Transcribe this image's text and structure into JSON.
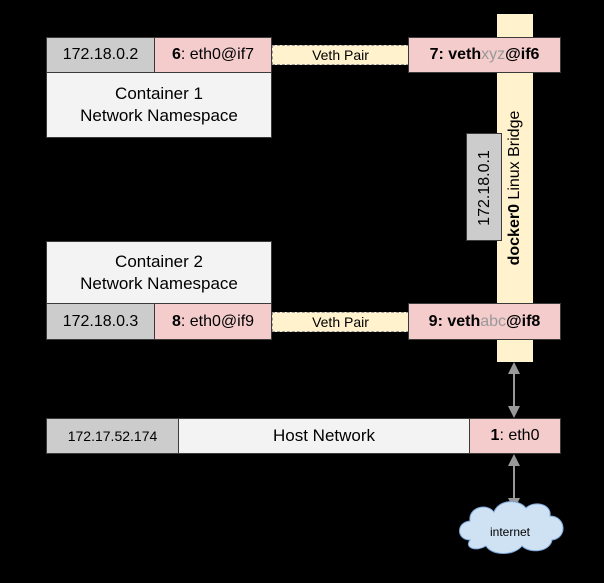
{
  "container1": {
    "ip": "172.18.0.2",
    "iface_num": "6",
    "iface_rest": ": eth0@if7",
    "label_line1": "Container 1",
    "label_line2": "Network Namespace"
  },
  "container2": {
    "ip": "172.18.0.3",
    "iface_num": "8",
    "iface_rest": ": eth0@if9",
    "label_line1": "Container 2",
    "label_line2": "Network Namespace"
  },
  "veth1": {
    "label": "Veth Pair",
    "peer_prefix": "7: veth",
    "peer_mid": "xyz",
    "peer_suffix": "@if6"
  },
  "veth2": {
    "label": "Veth Pair",
    "peer_prefix": "9: veth",
    "peer_mid": "abc",
    "peer_suffix": "@if8"
  },
  "bridge": {
    "name_bold": "docker0",
    "name_rest": " Linux Bridge",
    "ip": "172.18.0.1"
  },
  "host": {
    "ip": "172.17.52.174",
    "label": "Host Network",
    "iface_num": "1",
    "iface_rest": ": eth0"
  },
  "cloud": {
    "label": "internet"
  },
  "colors": {
    "background": "#000000",
    "ip_box": "#cccccc",
    "interface_box": "#f4cccc",
    "namespace_box": "#f3f3f3",
    "bridge_and_veth": "#fff2cc",
    "cloud_fill": "#cfe2f3",
    "arrow": "#999999"
  }
}
